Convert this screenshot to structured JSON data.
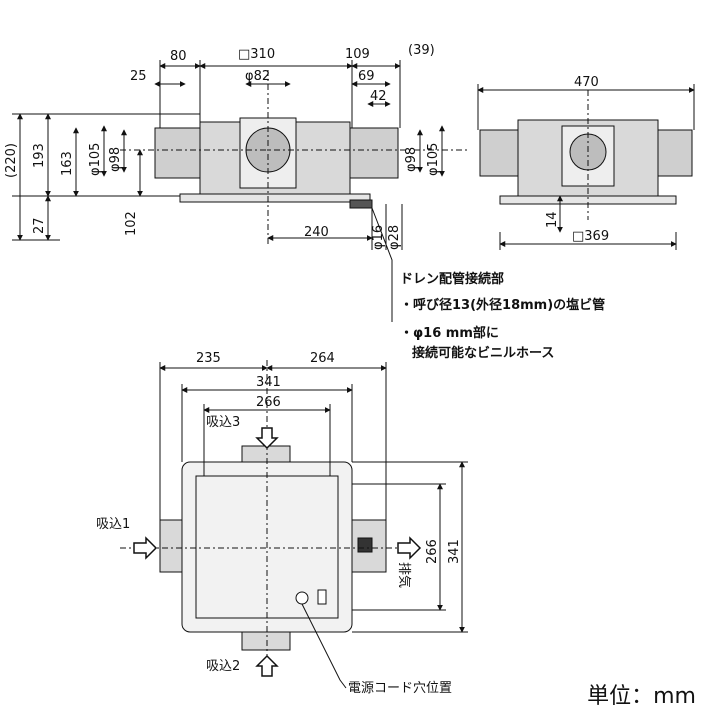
{
  "top_view": {
    "dims": {
      "d80": "80",
      "d310": "□310",
      "d109": "109",
      "d39": "(39)",
      "d25": "25",
      "d82": "φ82",
      "d69": "69",
      "d42": "42",
      "d220": "(220)",
      "d193": "193",
      "d163": "163",
      "d27": "27",
      "d102": "102",
      "d105l": "φ105",
      "d98l": "φ98",
      "d98r": "φ98",
      "d105r": "φ105",
      "d240": "240",
      "d16": "φ16",
      "d28": "φ28"
    }
  },
  "side_view": {
    "dims": {
      "d470": "470",
      "d14": "14",
      "d369": "□369"
    }
  },
  "drain": {
    "title": "ドレン配管接続部",
    "bullet1": "・呼び径13(外径18mm)の塩ビ管",
    "bullet2a": "・φ16 mm部に",
    "bullet2b": "接続可能なビニルホース"
  },
  "plan_view": {
    "dims": {
      "d235": "235",
      "d264": "264",
      "d341t": "341",
      "d266t": "266",
      "d266r": "266",
      "d341r": "341"
    },
    "labels": {
      "intake1": "吸込1",
      "intake2": "吸込2",
      "intake3": "吸込3",
      "exhaust": "排気",
      "cord": "電源コード穴位置"
    }
  },
  "unit": "単位：mm"
}
